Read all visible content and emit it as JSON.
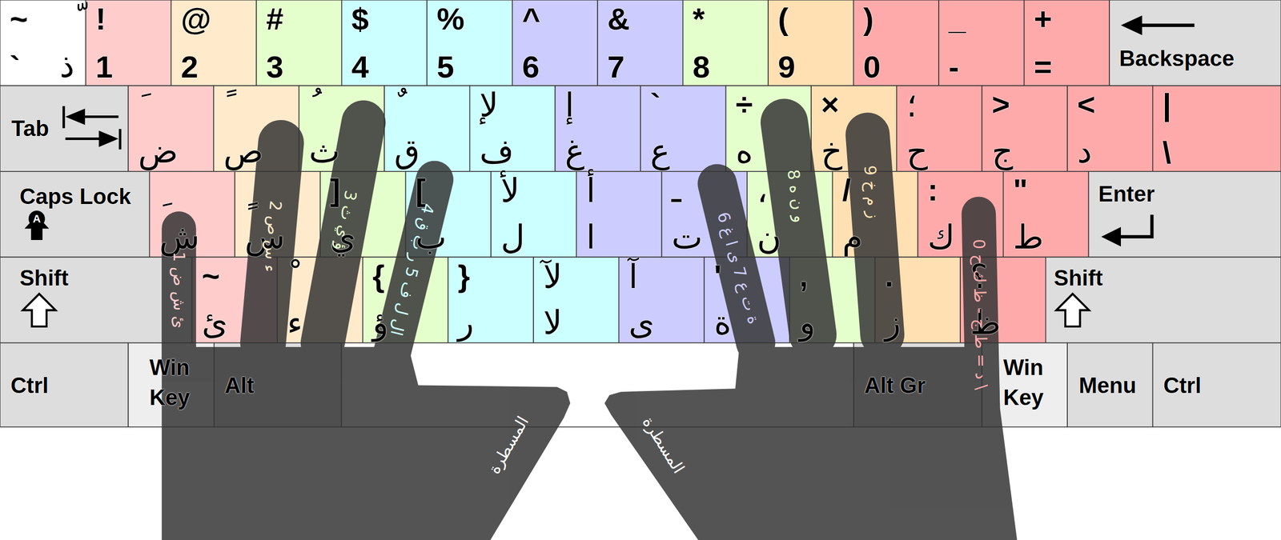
{
  "diagram": {
    "nodes": [
      {
        "text": [
          "~",
          "ّ",
          "`",
          "ذ"
        ]
      },
      {
        "text": [
          "!",
          "1"
        ]
      },
      {
        "text": [
          "@",
          "2"
        ]
      },
      {
        "text": [
          "#",
          "3"
        ]
      },
      {
        "text": [
          "$",
          "4"
        ]
      },
      {
        "text": [
          "%",
          "5"
        ]
      },
      {
        "text": [
          "^",
          "6"
        ]
      },
      {
        "text": [
          "&",
          "7"
        ]
      },
      {
        "text": [
          "*",
          "8"
        ]
      },
      {
        "text": [
          "(",
          "9"
        ]
      },
      {
        "text": [
          ")",
          "0"
        ]
      },
      {
        "text": [
          "_",
          "-"
        ]
      },
      {
        "text": [
          "+",
          "="
        ]
      },
      {
        "text": [
          "Backspace"
        ]
      },
      {
        "text": [
          "Tab"
        ]
      },
      {
        "text": [
          "َ",
          "ض"
        ]
      },
      {
        "text": [
          "ً",
          "ص"
        ]
      },
      {
        "text": [
          "ُ",
          "ث"
        ]
      },
      {
        "text": [
          "ٌ",
          "ق"
        ]
      },
      {
        "text": [
          "لإ",
          "ف"
        ]
      },
      {
        "text": [
          "إ",
          "غ"
        ]
      },
      {
        "text": [
          "`",
          "ع"
        ]
      },
      {
        "text": [
          "÷",
          "ه"
        ]
      },
      {
        "text": [
          "×",
          "خ"
        ]
      },
      {
        "text": [
          "؛",
          "ح"
        ]
      },
      {
        "text": [
          ">",
          "ج"
        ]
      },
      {
        "text": [
          "<",
          "د"
        ]
      },
      {
        "text": [
          "|",
          "\\"
        ]
      },
      {
        "text": [
          "Caps Lock",
          "A"
        ]
      },
      {
        "text": [
          "ِ",
          "ش"
        ]
      },
      {
        "text": [
          "ٍ",
          "س"
        ]
      },
      {
        "text": [
          "]",
          "ي"
        ]
      },
      {
        "text": [
          "[",
          "ب"
        ]
      },
      {
        "text": [
          "لأ",
          "ل"
        ]
      },
      {
        "text": [
          "أ",
          "ا"
        ]
      },
      {
        "text": [
          "ـ",
          "ت"
        ]
      },
      {
        "text": [
          "،",
          "ن"
        ]
      },
      {
        "text": [
          "/",
          "م"
        ]
      },
      {
        "text": [
          ":",
          "ك"
        ]
      },
      {
        "text": [
          "\"",
          "ط"
        ]
      },
      {
        "text": [
          "Enter"
        ]
      },
      {
        "text": [
          "Shift"
        ]
      },
      {
        "text": [
          "~",
          "ئ"
        ]
      },
      {
        "text": [
          "ْ",
          "ء"
        ]
      },
      {
        "text": [
          "{",
          "ؤ"
        ]
      },
      {
        "text": [
          "}",
          "ر"
        ]
      },
      {
        "text": [
          "لآ",
          "لا"
        ]
      },
      {
        "text": [
          "آ",
          "ى"
        ]
      },
      {
        "text": [
          "'",
          "ة"
        ]
      },
      {
        "text": [
          ",",
          "و"
        ]
      },
      {
        "text": [
          ".",
          "ز"
        ]
      },
      {
        "text": [
          "؟",
          "ظ"
        ]
      },
      {
        "text": [
          "Shift"
        ]
      },
      {
        "text": [
          "Ctrl"
        ]
      },
      {
        "text": [
          "Win Key"
        ]
      },
      {
        "text": [
          "Alt"
        ]
      },
      {
        "text": [
          "Alt Gr"
        ]
      },
      {
        "text": [
          "Win Key"
        ]
      },
      {
        "text": [
          "Menu"
        ]
      },
      {
        "text": [
          "Ctrl"
        ]
      }
    ],
    "labels": [
      "1 ض ش ئ",
      "2 ص س ء",
      "3 ث ي ؤ",
      "4 ق ب ر 5 ف ل لا",
      "المسطرة",
      "المسطرة",
      "6 غ ا ى 7 ع ت ة",
      "8 ه ن و",
      "9 خ م ز",
      "0 ح ك ظ - ج ط = د \\"
    ]
  }
}
